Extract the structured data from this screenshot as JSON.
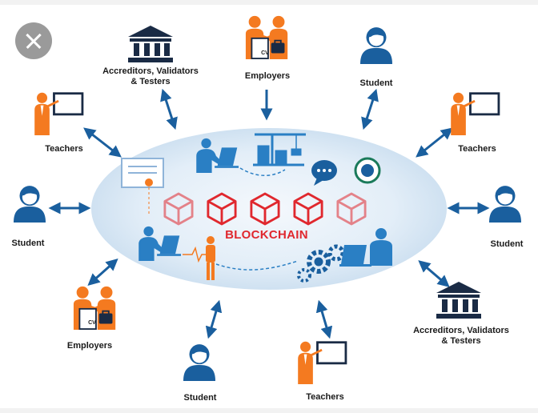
{
  "diagram": {
    "center_label": "BLOCKCHAIN",
    "cv_tag": "CV",
    "nodes": [
      {
        "id": "accreditors-top",
        "label_lines": [
          "Accreditors, Validators",
          "& Testers"
        ],
        "icon": "institution-icon"
      },
      {
        "id": "employers-top",
        "label_lines": [
          "Employers"
        ],
        "icon": "employers-handshake-icon"
      },
      {
        "id": "student-top",
        "label_lines": [
          "Student"
        ],
        "icon": "student-icon"
      },
      {
        "id": "teachers-left-top",
        "label_lines": [
          "Teachers"
        ],
        "icon": "teacher-board-icon"
      },
      {
        "id": "teachers-right-top",
        "label_lines": [
          "Teachers"
        ],
        "icon": "teacher-board-icon"
      },
      {
        "id": "student-left",
        "label_lines": [
          "Student"
        ],
        "icon": "student-icon"
      },
      {
        "id": "student-right",
        "label_lines": [
          "Student"
        ],
        "icon": "student-icon"
      },
      {
        "id": "employers-bottom",
        "label_lines": [
          "Employers"
        ],
        "icon": "employers-handshake-icon"
      },
      {
        "id": "accreditors-bottom",
        "label_lines": [
          "Accreditors, Validators",
          "& Testers"
        ],
        "icon": "institution-icon"
      },
      {
        "id": "student-bottom",
        "label_lines": [
          "Student"
        ],
        "icon": "student-icon"
      },
      {
        "id": "teachers-bottom",
        "label_lines": [
          "Teachers"
        ],
        "icon": "teacher-board-icon"
      }
    ]
  },
  "colors": {
    "orange": "#f47a20",
    "blue": "#1a5f9e",
    "light_blue": "#3a8ed0",
    "red": "#e0282e",
    "ellipse": "#dce9f5",
    "close_button": "#9a9a9a"
  }
}
